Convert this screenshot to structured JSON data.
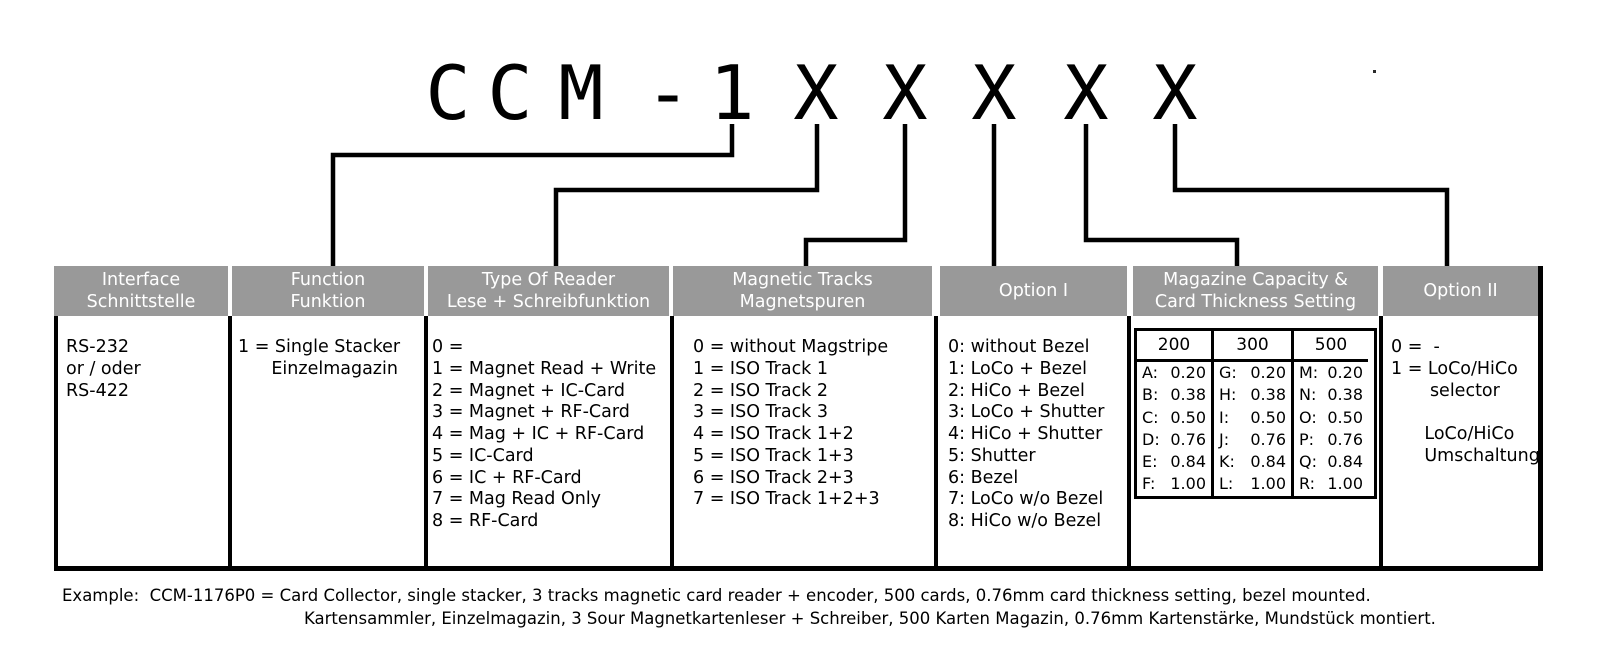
{
  "title": {
    "code_chars": [
      "C",
      "C",
      "M",
      "-",
      "1",
      "X",
      "X",
      "X",
      "X",
      "X"
    ]
  },
  "columns": [
    {
      "key": "interface",
      "header_lines": [
        "Interface",
        "Schnittstelle"
      ],
      "options": [
        "RS-232",
        "or / oder",
        "RS-422"
      ]
    },
    {
      "key": "function",
      "header_lines": [
        "Function",
        "Funktion"
      ],
      "options": [
        "1 = Single Stacker",
        "      Einzelmagazin"
      ]
    },
    {
      "key": "type-of-reader",
      "header_lines": [
        "Type Of Reader",
        "Lese + Schreibfunktion"
      ],
      "options": [
        "0 =",
        "1 = Magnet Read + Write",
        "2 = Magnet + IC-Card",
        "3 = Magnet + RF-Card",
        "4 = Mag + IC + RF-Card",
        "5 = IC-Card",
        "6 = IC + RF-Card",
        "7 = Mag Read Only",
        "8 = RF-Card"
      ]
    },
    {
      "key": "magnetic-tracks",
      "header_lines": [
        "Magnetic Tracks",
        "Magnetspuren"
      ],
      "options": [
        "0 = without Magstripe",
        "1 = ISO Track 1",
        "2 = ISO Track 2",
        "3 = ISO Track 3",
        "4 = ISO Track 1+2",
        "5 = ISO Track 1+3",
        "6 = ISO Track 2+3",
        "7 = ISO Track 1+2+3"
      ]
    },
    {
      "key": "option-1",
      "header_lines": [
        "Option I"
      ],
      "options": [
        "0: without Bezel",
        "1: LoCo + Bezel",
        "2: HiCo + Bezel",
        "3: LoCo + Shutter",
        "4: HiCo + Shutter",
        "5: Shutter",
        "6: Bezel",
        "7: LoCo w/o Bezel",
        "8: HiCo w/o Bezel"
      ]
    },
    {
      "key": "magazine-capacity",
      "header_lines": [
        "Magazine Capacity &",
        "Card Thickness Setting"
      ],
      "options": [],
      "capacity_table": {
        "column_headers": [
          "200",
          "300",
          "500"
        ],
        "rows": [
          [
            {
              "code": "A:",
              "value": "0.20"
            },
            {
              "code": "G:",
              "value": "0.20"
            },
            {
              "code": "M:",
              "value": "0.20"
            }
          ],
          [
            {
              "code": "B:",
              "value": "0.38"
            },
            {
              "code": "H:",
              "value": "0.38"
            },
            {
              "code": "N:",
              "value": "0.38"
            }
          ],
          [
            {
              "code": "C:",
              "value": "0.50"
            },
            {
              "code": "I:",
              "value": "0.50"
            },
            {
              "code": "O:",
              "value": "0.50"
            }
          ],
          [
            {
              "code": "D:",
              "value": "0.76"
            },
            {
              "code": "J:",
              "value": "0.76"
            },
            {
              "code": "P:",
              "value": "0.76"
            }
          ],
          [
            {
              "code": "E:",
              "value": "0.84"
            },
            {
              "code": "K:",
              "value": "0.84"
            },
            {
              "code": "Q:",
              "value": "0.84"
            }
          ],
          [
            {
              "code": "F:",
              "value": "1.00"
            },
            {
              "code": "L:",
              "value": "1.00"
            },
            {
              "code": "R:",
              "value": "1.00"
            }
          ]
        ]
      }
    },
    {
      "key": "option-2",
      "header_lines": [
        "Option II"
      ],
      "options": [
        "0 =  -",
        "1 = LoCo/HiCo",
        "       selector",
        "",
        "      LoCo/HiCo",
        "      Umschaltung"
      ]
    }
  ],
  "example": {
    "line_en": "Example:  CCM-1176P0 = Card Collector, single stacker, 3 tracks magnetic card reader + encoder, 500 cards, 0.76mm card thickness setting, bezel mounted.",
    "line_de": "Kartensammler, Einzelmagazin, 3 Sour Magnetkartenleser + Schreiber, 500 Karten Magazin, 0.76mm Kartenstärke, Mundstück montiert."
  },
  "colors": {
    "header_bg": "#999999",
    "header_text": "#ffffff",
    "line": "#000000",
    "text": "#000000",
    "background": "#ffffff"
  }
}
